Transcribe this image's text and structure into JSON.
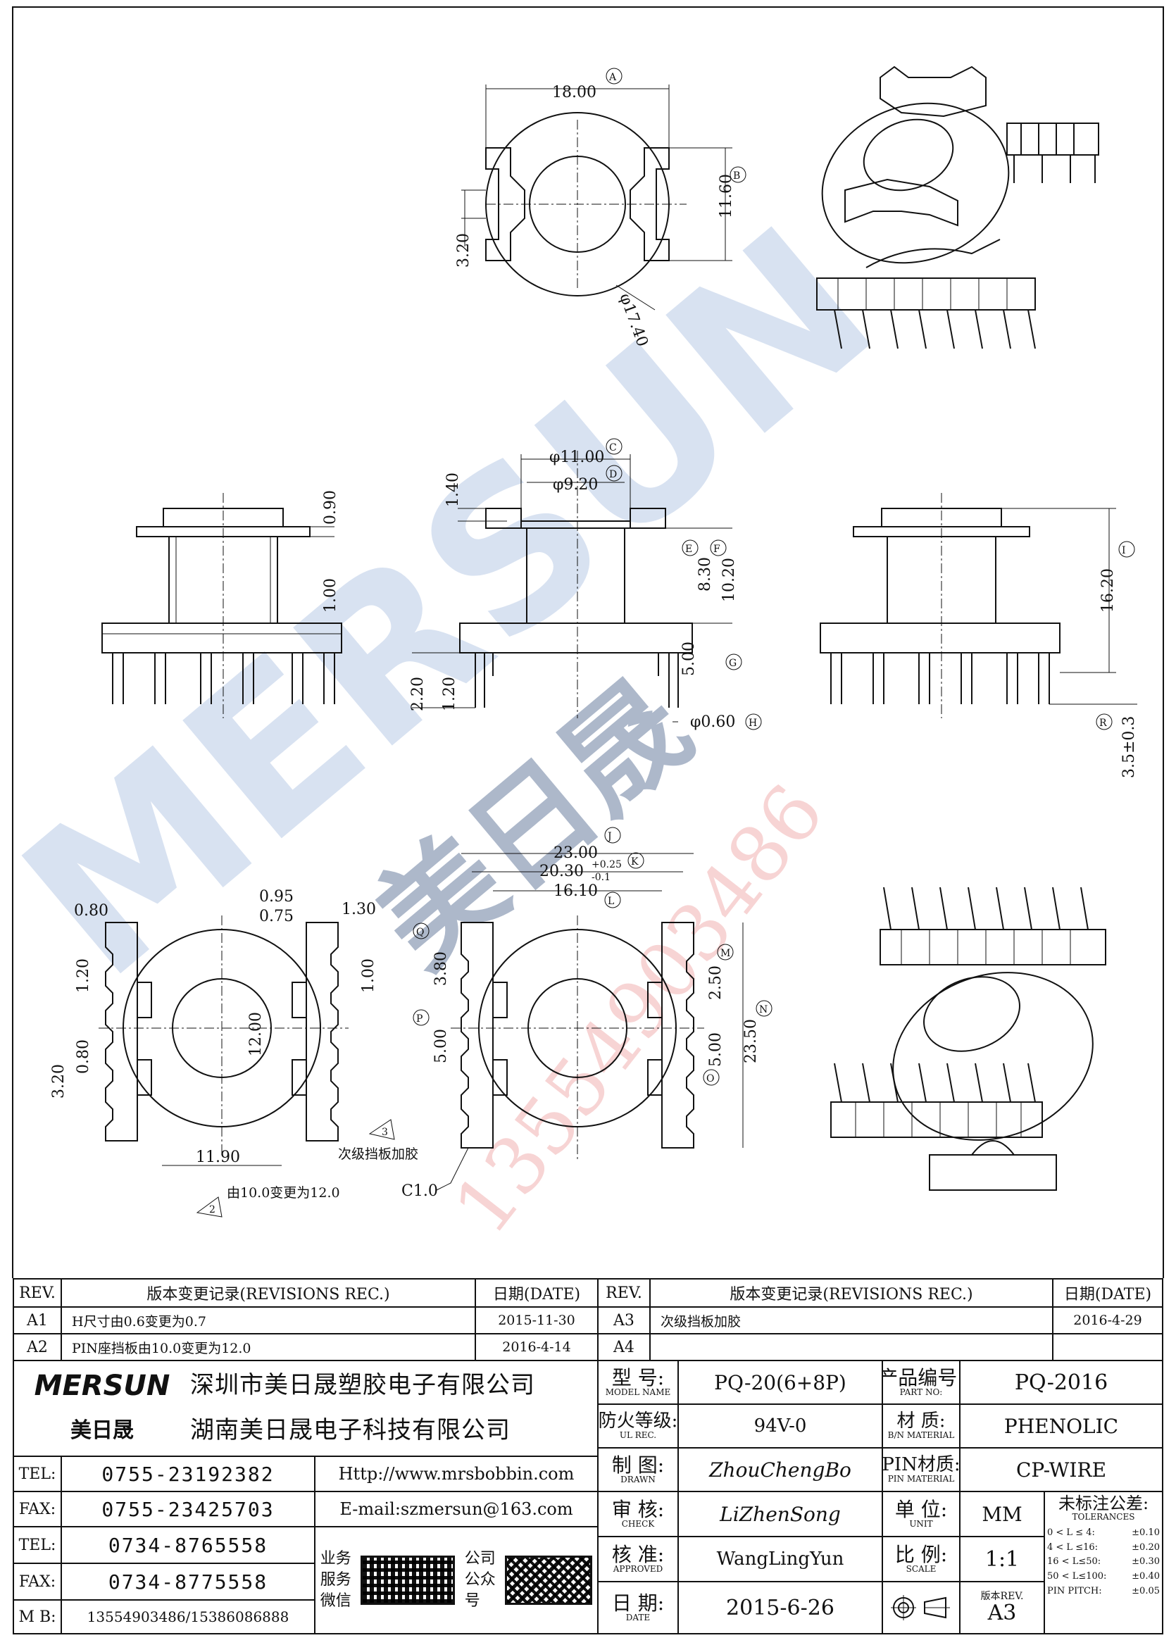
{
  "drawing": {
    "top_view": {
      "width": "18.00",
      "ref_width": "A",
      "height": "11.60",
      "ref_height": "B",
      "slot": "3.20",
      "diameter": "φ17.40"
    },
    "front_view_a": {
      "dim1": "0.90",
      "dim2": "1.00"
    },
    "front_view_b": {
      "d_outer": "φ11.00",
      "ref_outer": "C",
      "d_inner": "φ9.20",
      "ref_inner": "D",
      "d_flange": "1.40",
      "h1": "8.30",
      "ref_h1": "E",
      "h2": "10.20",
      "ref_h2": "F",
      "h3": "5.00",
      "ref_h3": "G",
      "h4": "2.20",
      "h5": "1.20",
      "pin": "φ0.60",
      "ref_pin": "H"
    },
    "front_view_c": {
      "height": "16.20",
      "ref_height": "I",
      "pin_len": "3.5±0.3",
      "ref_pin_len": "R"
    },
    "bottom_view_a": {
      "d1": "0.80",
      "d2": "0.95",
      "d3": "0.75",
      "d4": "1.30",
      "d5": "1.20",
      "d6": "1.00",
      "d7": "12.00",
      "d8": "3.20",
      "d9": "0.80",
      "d10": "11.90",
      "note3_num": "3",
      "note3": "次级挡板加胶",
      "note2_num": "2",
      "note2": "由10.0变更为12.0"
    },
    "bottom_view_b": {
      "w1": "23.00",
      "ref_w1": "J",
      "w2": "20.30",
      "tol_w2_up": "+0.25",
      "tol_w2_dn": "-0.1",
      "ref_w2": "K",
      "w3": "16.10",
      "ref_w3": "L",
      "p1": "3.80",
      "ref_p1": "Q",
      "p2": "5.00",
      "ref_p2": "P",
      "p3": "2.50",
      "ref_p3": "M",
      "p4": "5.00",
      "ref_p4": "O",
      "h": "23.50",
      "ref_h": "N",
      "chamfer": "C1.0"
    },
    "watermark": {
      "brand": "MERSUN",
      "brand_cn": "美日晟",
      "phone": "13554903486"
    }
  },
  "revisions_left": {
    "col_rev": "REV.",
    "col_rec": "版本变更记录(REVISIONS REC.)",
    "col_date": "日期(DATE)",
    "rows": [
      {
        "rev": "A1",
        "rec": "H尺寸由0.6变更为0.7",
        "date": "2015-11-30"
      },
      {
        "rev": "A2",
        "rec": "PIN座挡板由10.0变更为12.0",
        "date": "2016-4-14"
      }
    ]
  },
  "revisions_right": {
    "col_rev": "REV.",
    "col_rec": "版本变更记录(REVISIONS REC.)",
    "col_date": "日期(DATE)",
    "rows": [
      {
        "rev": "A3",
        "rec": "次级挡板加胶",
        "date": "2016-4-29"
      },
      {
        "rev": "A4",
        "rec": "",
        "date": ""
      }
    ]
  },
  "company": {
    "logo": "MERSUN",
    "logo_cn": "美日晟",
    "name1": "深圳市美日晟塑胶电子有限公司",
    "name2": "湖南美日晟电子科技有限公司",
    "tel1_label": "TEL:",
    "tel1": "0755-23192382",
    "fax1_label": "FAX:",
    "fax1": "0755-23425703",
    "tel2_label": "TEL:",
    "tel2": "0734-8765558",
    "fax2_label": "FAX:",
    "fax2": "0734-8775558",
    "mb_label": "M B:",
    "mb": "13554903486/15386086888",
    "web": "Http://www.mrsbobbin.com",
    "email": "E-mail:szmersun@163.com",
    "qr1_label": "业务服务微信",
    "qr2_label": "公司公众号"
  },
  "spec": {
    "model_label": "型  号:",
    "model_label_en": "MODEL NAME",
    "model": "PQ-20(6+8P)",
    "part_label": "产品编号:",
    "part_label_en": "PART NO:",
    "part": "PQ-2016",
    "ul_label": "防火等级:",
    "ul_label_en": "UL REC.",
    "ul": "94V-0",
    "mat_label": "材  质:",
    "mat_label_en": "B/N MATERIAL",
    "mat": "PHENOLIC",
    "drawn_label": "制  图:",
    "drawn_label_en": "DRAWN",
    "drawn": "ZhouChengBo",
    "pinmat_label": "PIN材质:",
    "pinmat_label_en": "PIN MATERIAL",
    "pinmat": "CP-WIRE",
    "check_label": "审  核:",
    "check_label_en": "CHECK",
    "check": "LiZhenSong",
    "unit_label": "单  位:",
    "unit_label_en": "UNIT",
    "unit": "MM",
    "approved_label": "核  准:",
    "approved_label_en": "APPROVED",
    "approved": "WangLingYun",
    "scale_label": "比  例:",
    "scale_label_en": "SCALE",
    "scale": "1:1",
    "date_label": "日  期:",
    "date_label_en": "DATE",
    "date": "2015-6-26",
    "ver_label": "版本REV.",
    "ver": "A3",
    "tol_title": "未标注公差:",
    "tol_title_en": "TOLERANCES",
    "tolerances": [
      {
        "range": "0 < L ≤  4:",
        "val": "±0.10"
      },
      {
        "range": "4 < L ≤16:",
        "val": "±0.20"
      },
      {
        "range": "16 < L≤50:",
        "val": "±0.30"
      },
      {
        "range": "50 < L≤100:",
        "val": "±0.40"
      },
      {
        "range": "PIN PITCH:",
        "val": "±0.05"
      }
    ]
  }
}
